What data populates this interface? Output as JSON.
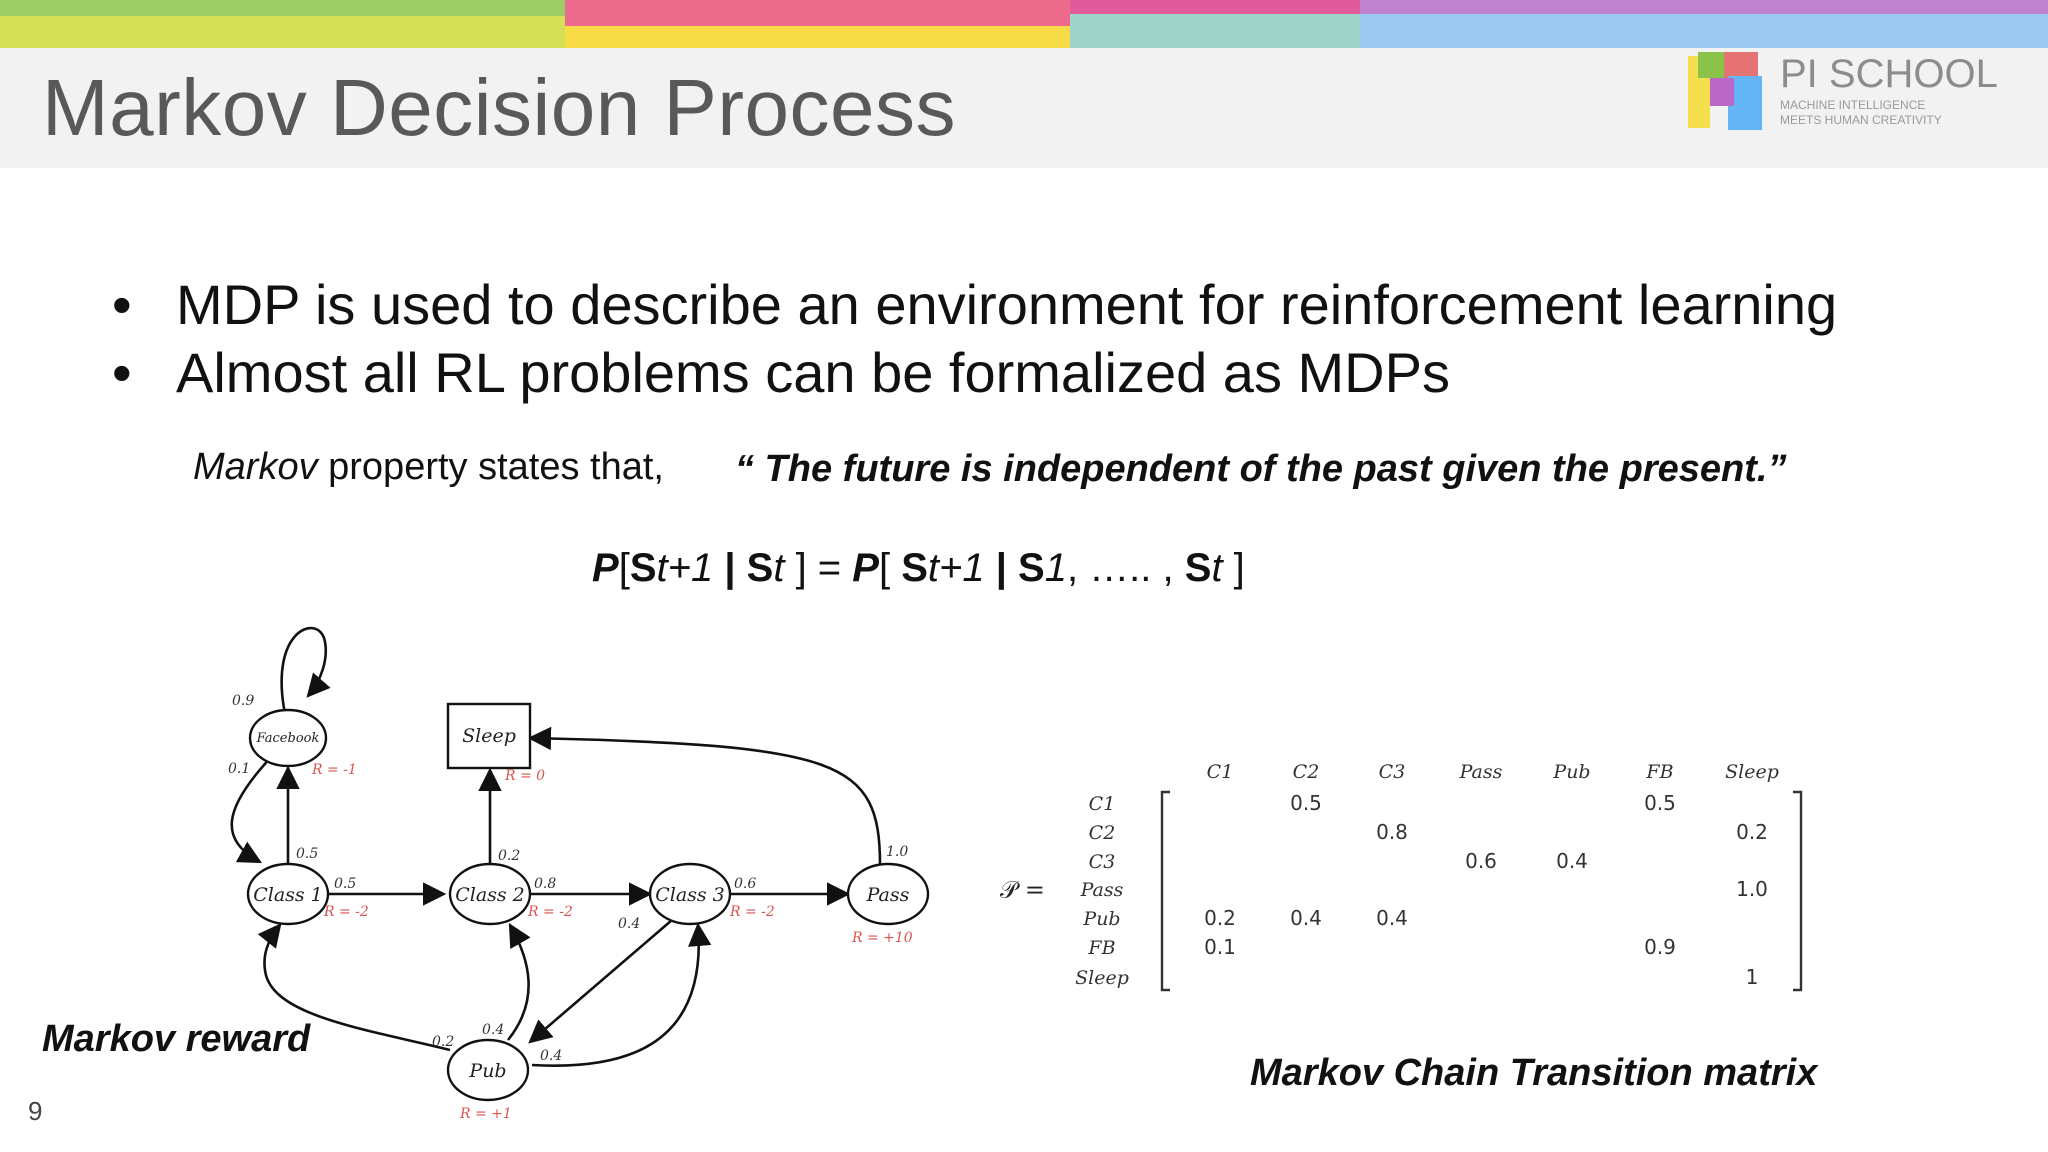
{
  "title": "Markov Decision Process",
  "logo": {
    "name": "PI SCHOOL",
    "tagline_1": "MACHINE INTELLIGENCE",
    "tagline_2": "MEETS HUMAN CREATIVITY"
  },
  "bullets": [
    "MDP is used to describe an environment for reinforcement learning",
    "Almost all RL problems can be formalized as MDPs"
  ],
  "markov_property": {
    "word": "Markov",
    "rest": " property states that,",
    "quote": "“ The future is independent of the past given the present.”"
  },
  "formula": {
    "p1": "P",
    "b1": "[",
    "s1": "S",
    "t1": "t+1",
    "bar1": " | ",
    "s2": "S",
    "t2": "t",
    "b2": " ] = ",
    "p2": "P",
    "b3": "[ ",
    "s3": "S",
    "t3": "t+1",
    "bar2": " | ",
    "s4": "S",
    "n1": "1",
    "dots": ", ….. , ",
    "s5": "S",
    "t5": "t",
    "b4": " ]"
  },
  "graph": {
    "states": {
      "facebook": "Facebook",
      "sleep": "Sleep",
      "class1": "Class 1",
      "class2": "Class 2",
      "class3": "Class 3",
      "pass": "Pass",
      "pub": "Pub"
    },
    "rewards": {
      "facebook": "R = -1",
      "sleep": "R = 0",
      "class1": "R = -2",
      "class2": "R = -2",
      "class3": "R = -2",
      "pass": "R = +10",
      "pub": "R = +1"
    },
    "probs": {
      "fb_self": "0.9",
      "fb_to_c1": "0.1",
      "c1_to_fb": "0.5",
      "c1_to_c2": "0.5",
      "c2_to_sleep": "0.2",
      "c2_to_c3": "0.8",
      "c3_to_pass": "0.6",
      "c3_to_pub": "0.4",
      "pass_to_sleep": "1.0",
      "pub_to_c1": "0.2",
      "pub_to_c2": "0.4",
      "pub_to_c3": "0.4"
    }
  },
  "matrix": {
    "symbol": "𝒫 =",
    "headers": [
      "C1",
      "C2",
      "C3",
      "Pass",
      "Pub",
      "FB",
      "Sleep"
    ],
    "rows": [
      {
        "label": "C1",
        "cells": [
          "",
          "0.5",
          "",
          "",
          "",
          "0.5",
          ""
        ]
      },
      {
        "label": "C2",
        "cells": [
          "",
          "",
          "0.8",
          "",
          "",
          "",
          "0.2"
        ]
      },
      {
        "label": "C3",
        "cells": [
          "",
          "",
          "",
          "0.6",
          "0.4",
          "",
          ""
        ]
      },
      {
        "label": "Pass",
        "cells": [
          "",
          "",
          "",
          "",
          "",
          "",
          "1.0"
        ]
      },
      {
        "label": "Pub",
        "cells": [
          "0.2",
          "0.4",
          "0.4",
          "",
          "",
          "",
          ""
        ]
      },
      {
        "label": "FB",
        "cells": [
          "0.1",
          "",
          "",
          "",
          "",
          "0.9",
          ""
        ]
      },
      {
        "label": "Sleep",
        "cells": [
          "",
          "",
          "",
          "",
          "",
          "",
          "1"
        ]
      }
    ]
  },
  "labels": {
    "reward": "Markov reward",
    "matrix": "Markov Chain Transition matrix",
    "page": "9"
  },
  "colors": {
    "reward_red": "#d9534f",
    "header_bg": "#f2f2f2",
    "title_grey": "#595959"
  }
}
